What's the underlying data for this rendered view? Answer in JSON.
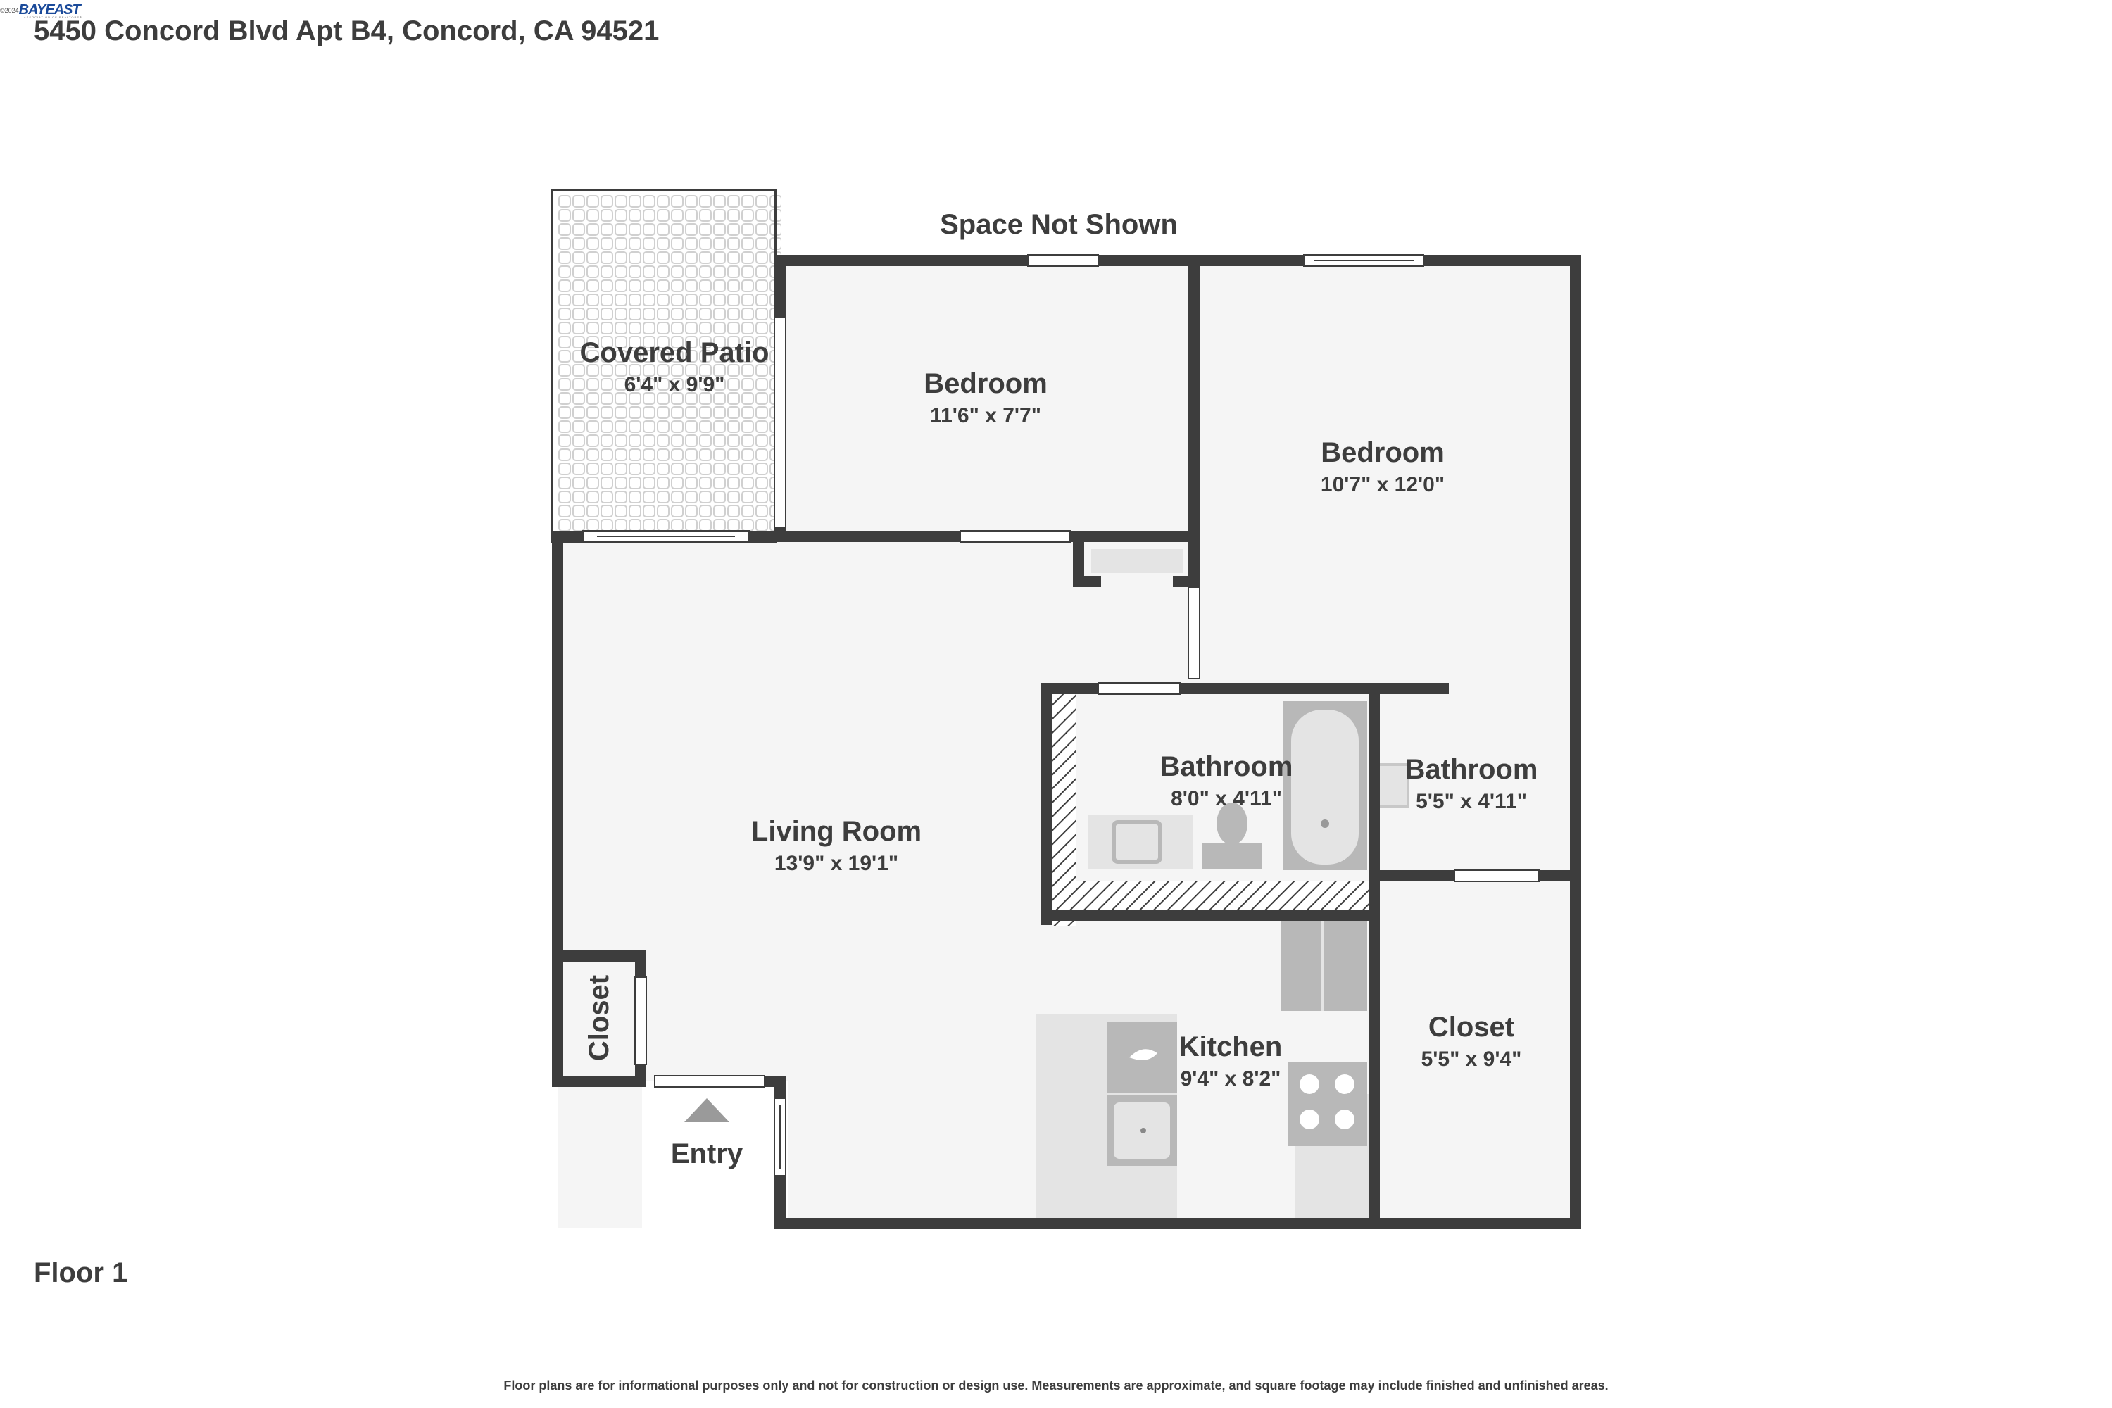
{
  "header": {
    "address": "5450 Concord Blvd Apt B4, Concord, CA 94521",
    "logo_copyright": "©2024",
    "logo_brand": "BAYEAST",
    "logo_tagline": "ASSOCIATION OF REALTORS®"
  },
  "plan": {
    "space_not_shown": "Space Not Shown",
    "rooms": {
      "covered_patio": {
        "name": "Covered Patio",
        "dims": "6'4\" x 9'9\""
      },
      "bedroom_small": {
        "name": "Bedroom",
        "dims": "11'6\" x 7'7\""
      },
      "bedroom_large": {
        "name": "Bedroom",
        "dims": "10'7\" x 12'0\""
      },
      "bathroom_left": {
        "name": "Bathroom",
        "dims": "8'0\" x 4'11\""
      },
      "bathroom_right": {
        "name": "Bathroom",
        "dims": "5'5\" x 4'11\""
      },
      "living_room": {
        "name": "Living Room",
        "dims": "13'9\" x 19'1\""
      },
      "kitchen": {
        "name": "Kitchen",
        "dims": "9'4\" x 8'2\""
      },
      "closet_small": {
        "name": "Closet"
      },
      "closet_large": {
        "name": "Closet",
        "dims": "5'5\" x 9'4\""
      }
    },
    "entry": "Entry"
  },
  "footer": {
    "floor_label": "Floor 1",
    "disclaimer": "Floor plans are for informational purposes only and not for construction or design use. Measurements are approximate, and square footage may include finished and unfinished areas."
  },
  "colors": {
    "wall": "#3d3d3d",
    "floor": "#f5f5f5",
    "fixture": "#b8b8b8",
    "fixture_light": "#e4e4e4",
    "text": "#3d3d3d"
  }
}
